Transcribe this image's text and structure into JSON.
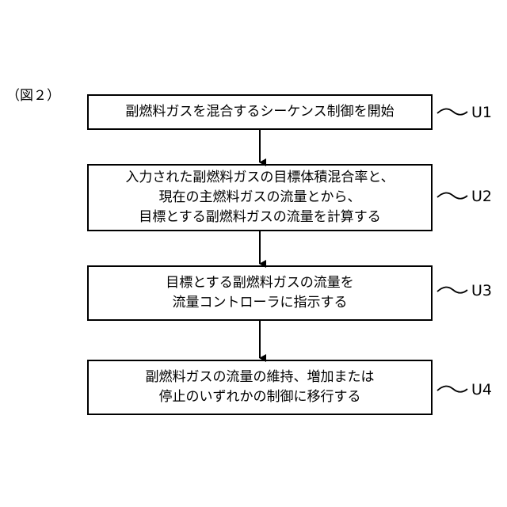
{
  "figure_label": "（図２）",
  "steps": [
    {
      "id": "U1",
      "lines": [
        "副燃料ガスを混合するシーケンス制御を開始"
      ]
    },
    {
      "id": "U2",
      "lines": [
        "入力された副燃料ガスの目標体積混合率と、",
        "現在の主燃料ガスの流量とから、",
        "目標とする副燃料ガスの流量を計算する"
      ]
    },
    {
      "id": "U3",
      "lines": [
        "目標とする副燃料ガスの流量を",
        "流量コントローラに指示する"
      ]
    },
    {
      "id": "U4",
      "lines": [
        "副燃料ガスの流量の維持、増加または",
        "停止のいずれかの制御に移行する"
      ]
    }
  ]
}
